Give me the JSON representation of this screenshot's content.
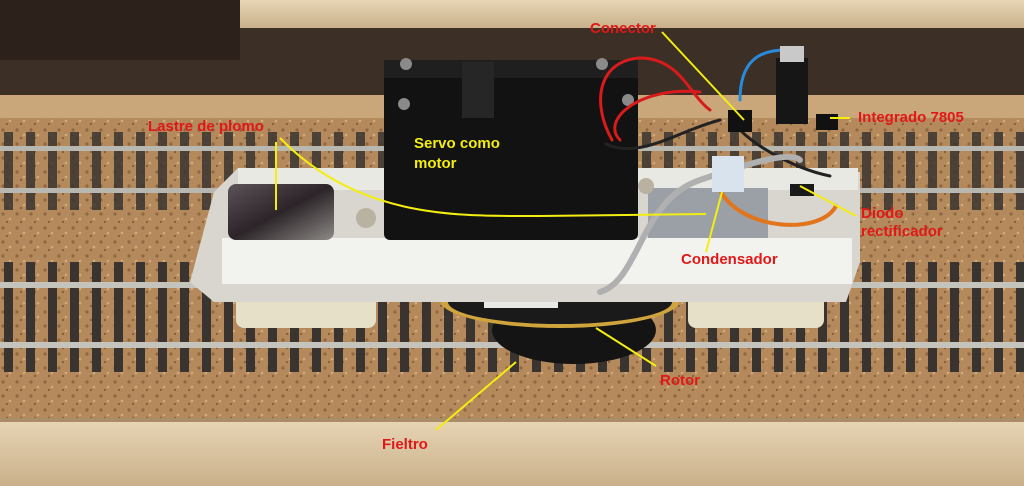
{
  "labels": {
    "conector": "Conector",
    "integrado": "Integrado 7805",
    "lastre": "Lastre de plomo",
    "servo_line1": "Servo como",
    "servo_line2": "motor",
    "diodo_line1": "Diodo",
    "diodo_line2": "rectificador",
    "condensador": "Condensador",
    "rotor": "Rotor",
    "fieltro": "Fieltro"
  },
  "colors": {
    "label_red": "#e01818",
    "label_yellow": "#f4ee10",
    "pointer_line": "#f4ee10",
    "cork": "#b4895c",
    "rail": "#b8b8b0",
    "sleeper": "#3a3430",
    "servo_body": "#121212",
    "frame": "#eeeeea"
  },
  "icons": [
    "model-train-chassis-photo"
  ]
}
